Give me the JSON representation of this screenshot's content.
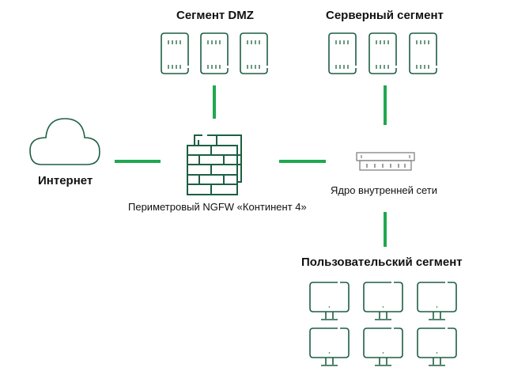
{
  "colors": {
    "link": "#1fa84f",
    "icon": "#1d5f43",
    "gray": "#777777"
  },
  "segments": {
    "dmz": {
      "title": "Сегмент DMZ",
      "servers": 3
    },
    "server": {
      "title": "Серверный сегмент",
      "servers": 3
    },
    "user": {
      "title": "Пользовательский сегмент",
      "workstations": 6
    }
  },
  "nodes": {
    "internet": {
      "label": "Интернет"
    },
    "ngfw": {
      "label": "Периметровый NGFW «Континент 4»"
    },
    "core": {
      "label": "Ядро внутренней сети"
    }
  }
}
